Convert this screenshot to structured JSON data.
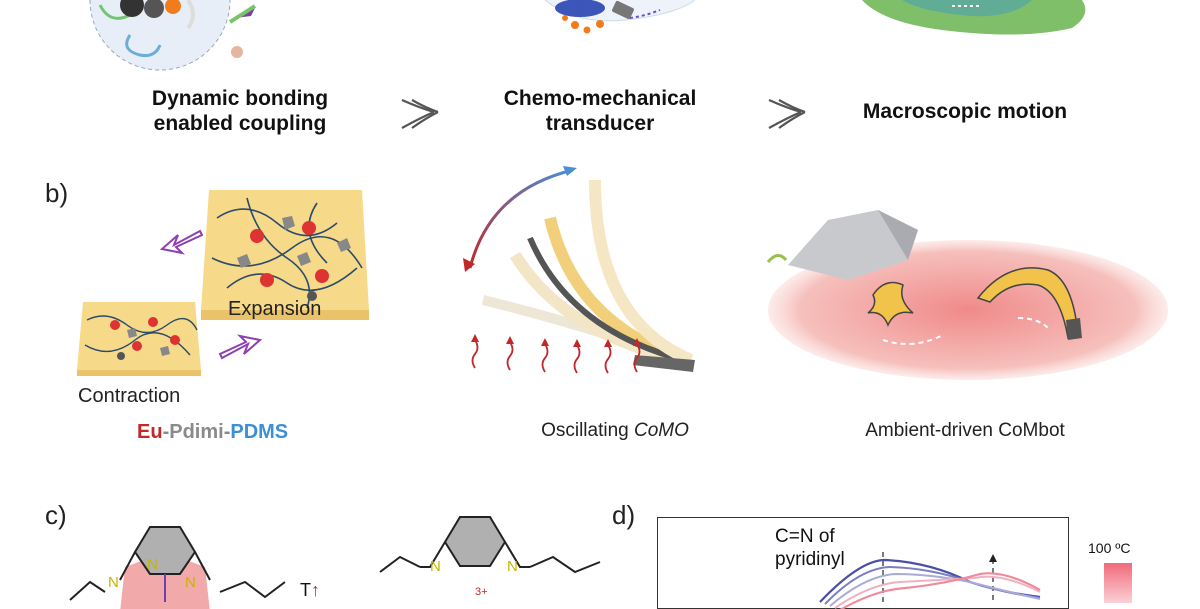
{
  "panel_a": {
    "step1": [
      "Dynamic bonding",
      "enabled coupling"
    ],
    "step2": [
      "Chemo-mechanical",
      "transducer"
    ],
    "step3": "Macroscopic motion"
  },
  "panel_b": {
    "label": "b)",
    "expansion": "Expansion",
    "contraction": "Contraction",
    "material": {
      "part1": "Eu",
      "sep1": "-",
      "part2": "Pdimi",
      "sep2": "-",
      "part3": "PDMS"
    },
    "material_colors": {
      "eu": "#c0282a",
      "pdimi": "#8a8a8a",
      "pdms": "#3d8fd6"
    },
    "oscillating_prefix": "Oscillating ",
    "oscillating_italic": "CoMO",
    "combot": "Ambient-driven CoMbot"
  },
  "panel_c": {
    "label": "c)",
    "n1": "N",
    "n2": "N",
    "n3": "N",
    "n4": "N",
    "n5": "N",
    "temp": "T",
    "charge": "3+"
  },
  "panel_d": {
    "label": "d)",
    "annot": [
      "C=N of",
      "pyridinyl"
    ],
    "scale_label": "100 ºC"
  }
}
